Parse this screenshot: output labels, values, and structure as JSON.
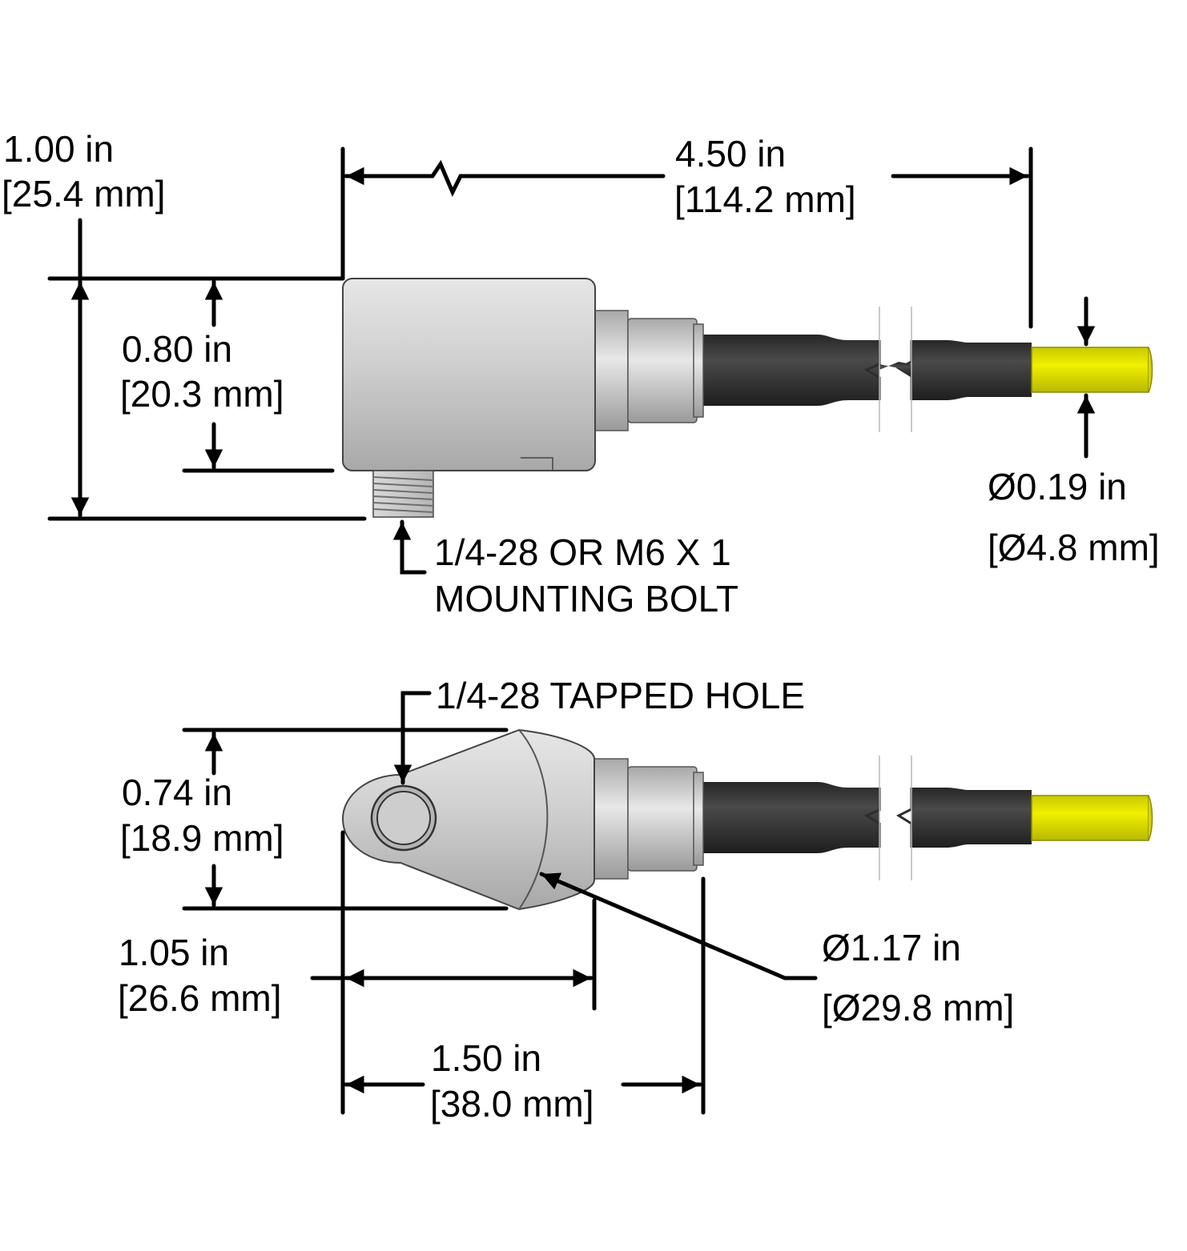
{
  "colors": {
    "body_metal": "#c9c9c9",
    "body_shadow": "#9a9a9a",
    "cable": "#2d2d2d",
    "cable_highlight": "#4a4a4a",
    "jacket_yellow": "#e6e600",
    "ink": "#000000",
    "background": "#ffffff"
  },
  "icons": {
    "diameter_symbol": "diameter-symbol-icon",
    "break_symbol": "cable-break-icon"
  },
  "side_view": {
    "overall_height": {
      "in": "1.00 in",
      "mm": "[25.4 mm]"
    },
    "body_height": {
      "in": "0.80 in",
      "mm": "[20.3 mm]"
    },
    "cable_length": {
      "in": "4.50 in",
      "mm": "[114.2 mm]"
    },
    "cable_diameter": {
      "in": "Ø0.19 in",
      "mm": "[Ø4.8 mm]"
    },
    "bolt_label": {
      "line1": "1/4-28 OR M6 X 1",
      "line2": "MOUNTING BOLT"
    }
  },
  "top_view": {
    "hole_label": "1/4-28 TAPPED HOLE",
    "body_width": {
      "in": "0.74 in",
      "mm": "[18.9 mm]"
    },
    "hole_to_body": {
      "in": "1.05 in",
      "mm": "[26.6 mm]"
    },
    "overall_length": {
      "in": "1.50 in",
      "mm": "[38.0 mm]"
    },
    "body_diameter": {
      "in": "Ø1.17 in",
      "mm": "[Ø29.8 mm]"
    }
  }
}
